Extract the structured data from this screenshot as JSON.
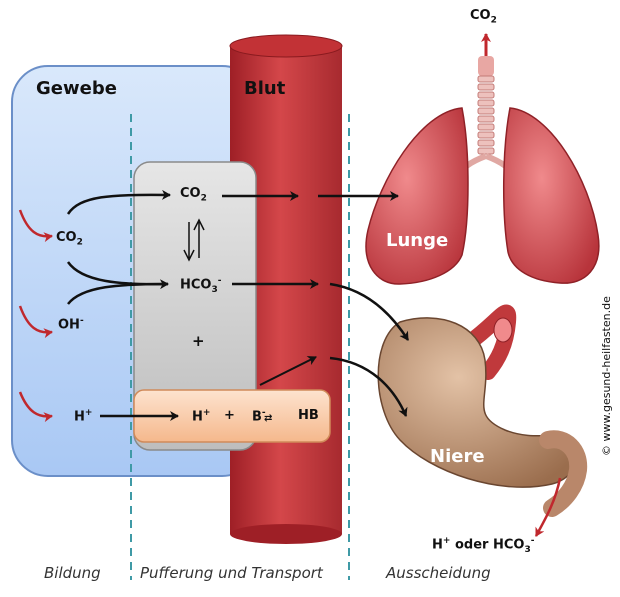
{
  "labels": {
    "gewebe": "Gewebe",
    "blut": "Blut",
    "lunge": "Lunge",
    "niere": "Niere",
    "co2_top": "CO",
    "co2_top_sub": "2",
    "co2_left": "CO",
    "co2_left_sub": "2",
    "oh": "OH",
    "oh_sup": "-",
    "h_left": "H",
    "h_left_sup": "+",
    "co2_mid": "CO",
    "co2_mid_sub": "2",
    "hco3_mid": "HCO",
    "hco3_mid_sub": "3",
    "hco3_mid_sup": "-",
    "plus_mid": "+",
    "buffer_h": "H",
    "buffer_h_sup": "+",
    "buffer_plus": "+",
    "buffer_b": "B",
    "buffer_b_sup": "-",
    "buffer_hb": "HB",
    "excretion_prefix": "H",
    "excretion_prefix_sup": "+",
    "excretion_mid": " oder HCO",
    "excretion_sub": "3",
    "excretion_sup": "-"
  },
  "stages": {
    "bildung": "Bildung",
    "pufferung": "Pufferung und Transport",
    "ausscheidung": "Ausscheidung"
  },
  "copyright": "© www.gesund-heilfasten.de",
  "colors": {
    "tissue": "#b9d3f7",
    "blood": "#c7363a",
    "buffer": "#fbd3b5",
    "lung": "#d8545b",
    "kidney": "#c49a78",
    "guide": "#3f9aa6"
  }
}
